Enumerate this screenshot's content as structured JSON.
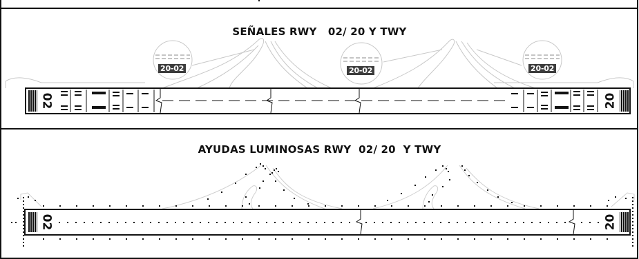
{
  "titles": {
    "markings": "SEÑALES RWY   02/ 20 Y TWY",
    "lighting": "AYUDAS LUMINOSAS RWY  02/ 20  Y TWY"
  },
  "callouts": {
    "labels": [
      "20-02",
      "20-02",
      "20-02"
    ]
  },
  "runway_markings": {
    "designator_left": "02",
    "designator_right": "20"
  },
  "runway_lighting": {
    "designator_left": "02",
    "designator_right": "20"
  },
  "colors": {
    "ink": "#111111",
    "grey_line": "#bdbdbd",
    "label_bg": "#3c3c3c"
  }
}
